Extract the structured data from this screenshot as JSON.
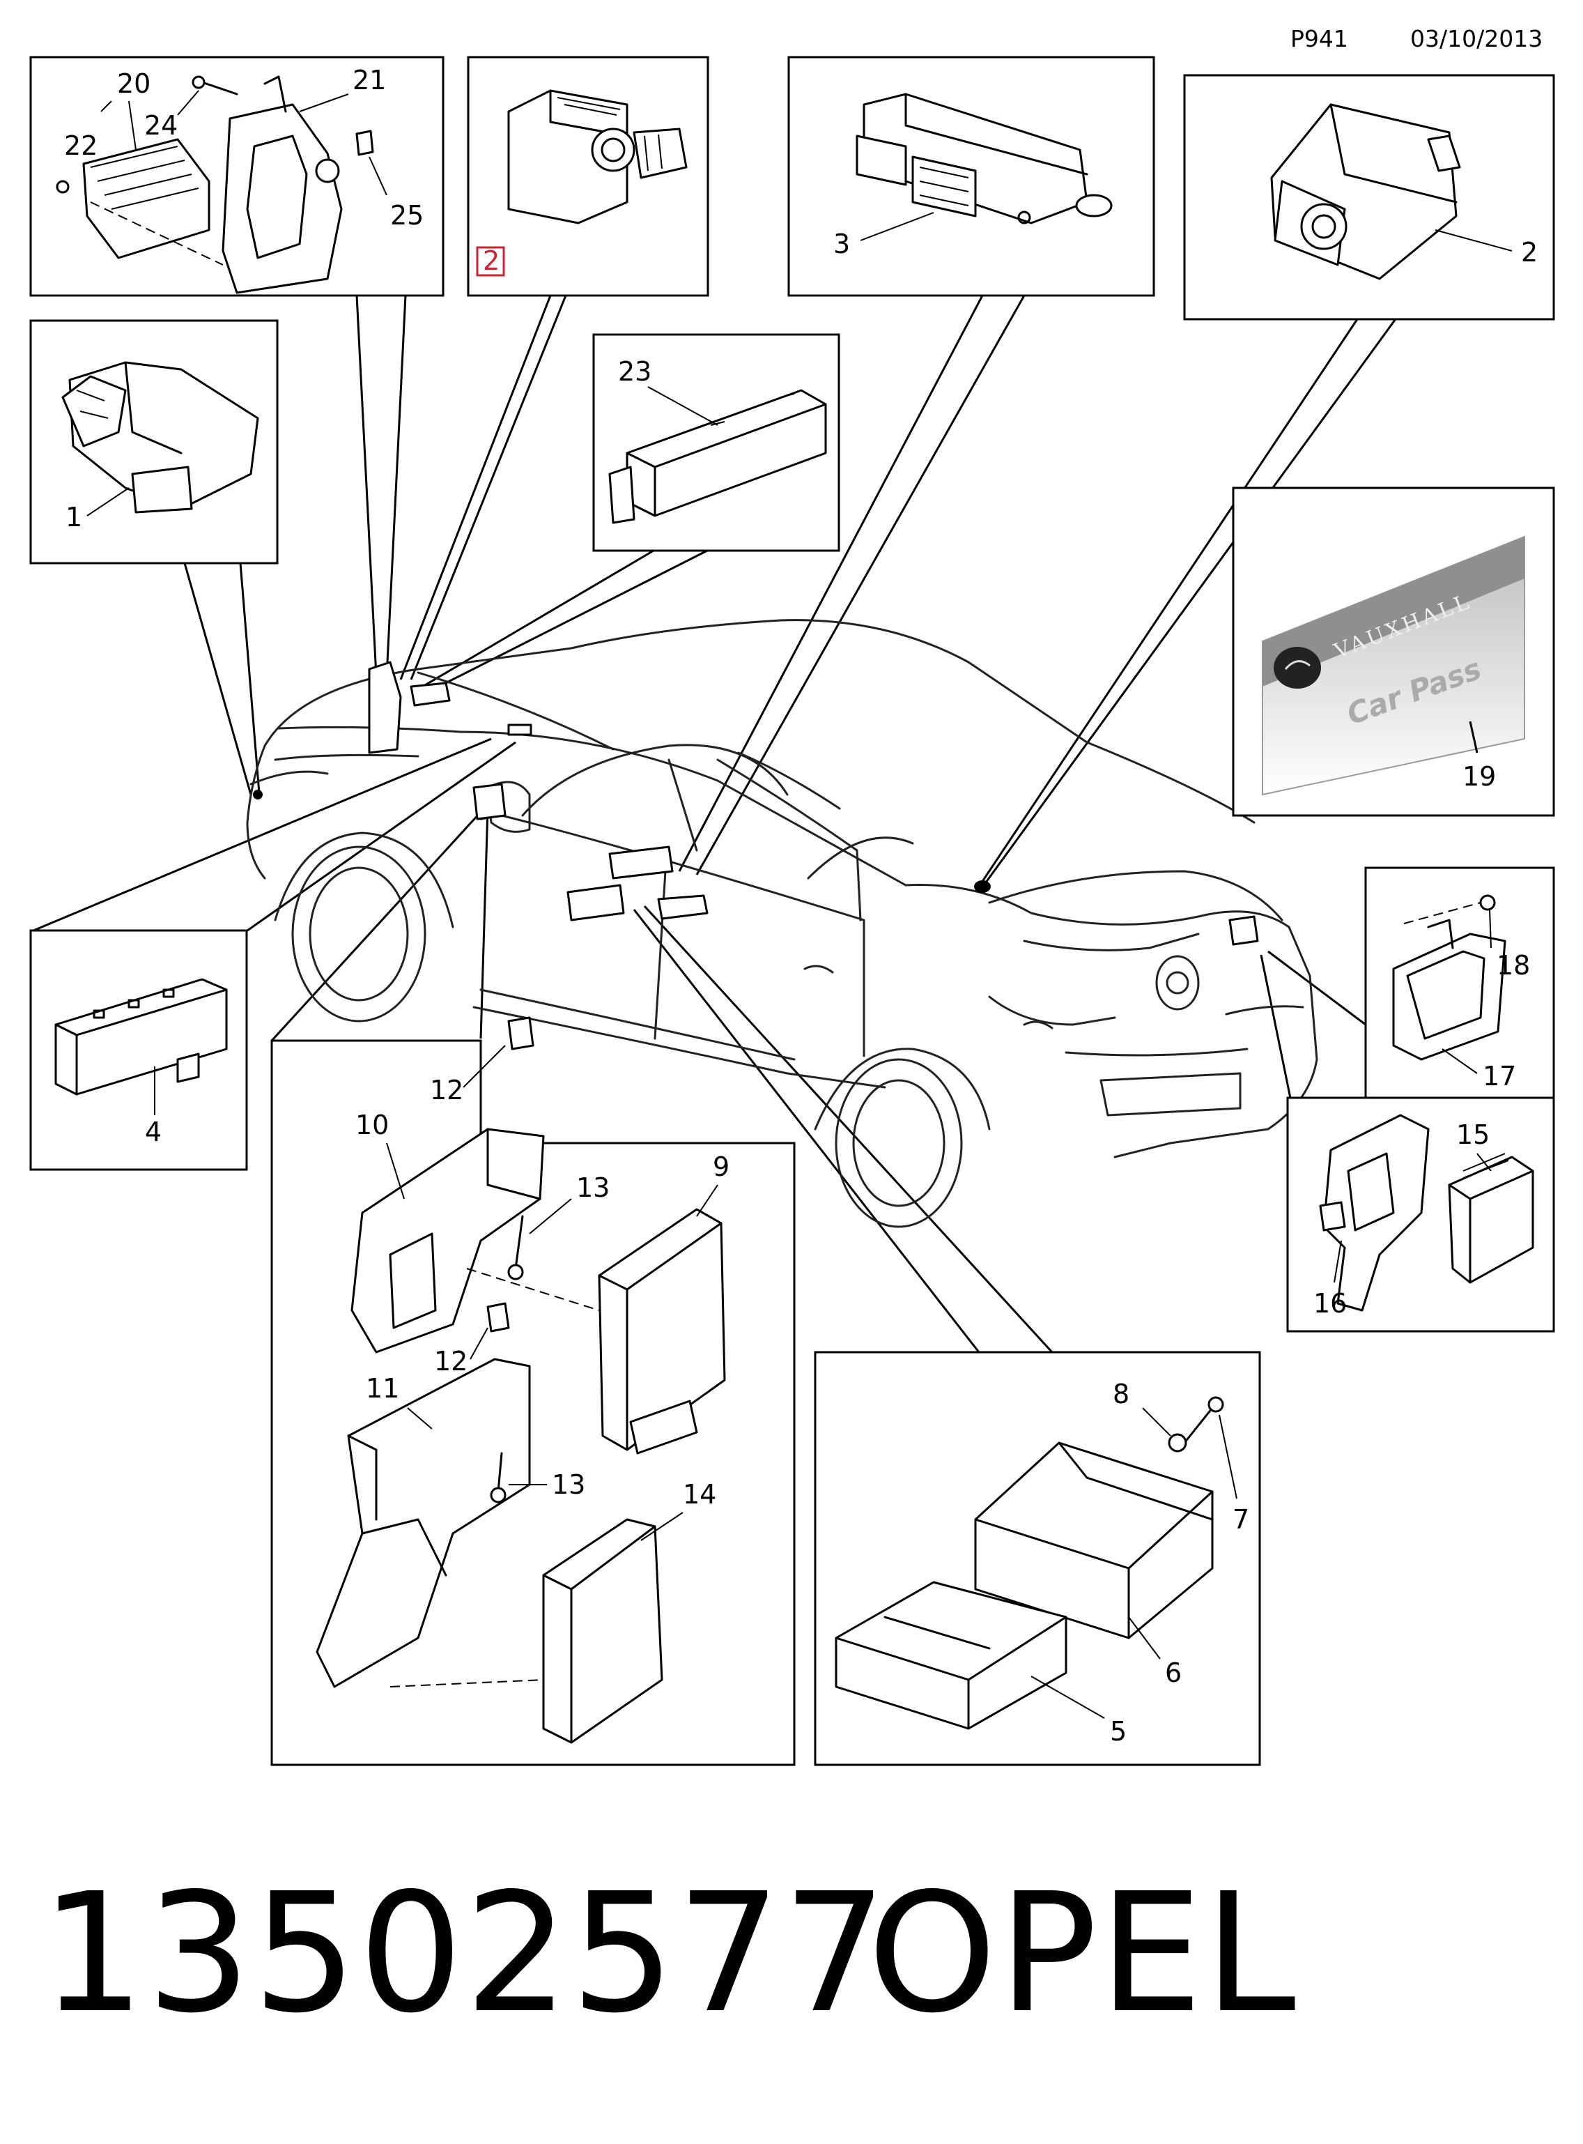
{
  "header": {
    "code": "P941",
    "date": "03/10/2013"
  },
  "footer": {
    "part_number": "13502577",
    "brand": "OPEL"
  },
  "callouts": {
    "c1": "1",
    "c2a": "2",
    "c2b": "2",
    "c3": "3",
    "c4": "4",
    "c5": "5",
    "c6": "6",
    "c7": "7",
    "c8": "8",
    "c9": "9",
    "c10": "10",
    "c11": "11",
    "c12a": "12",
    "c12b": "12",
    "c13a": "13",
    "c13b": "13",
    "c14": "14",
    "c15": "15",
    "c16": "16",
    "c17": "17",
    "c18": "18",
    "c19": "19",
    "c20": "20",
    "c21": "21",
    "c22": "22",
    "c23": "23",
    "c24": "24",
    "c25": "25"
  },
  "card": {
    "brand_text": "VAUXHALL",
    "card_text": "Car Pass"
  },
  "colors": {
    "highlight": "#cc2233",
    "card_gradient_top": "#c8c8c8",
    "card_gradient_bottom": "#ffffff"
  }
}
